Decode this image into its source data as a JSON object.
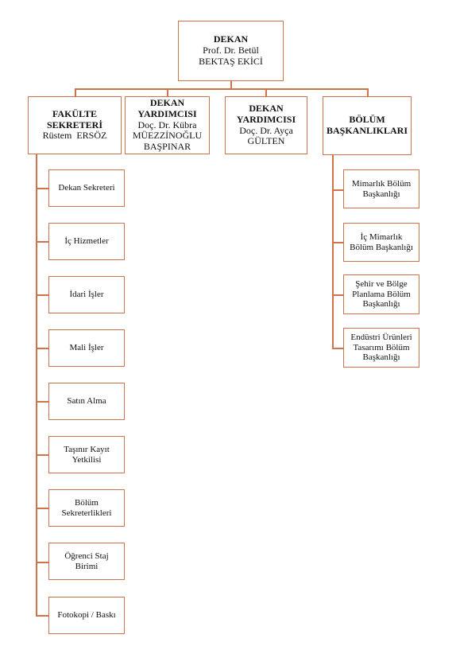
{
  "dean": {
    "title": "DEKAN",
    "name_line1": "Prof. Dr. Betül",
    "name_line2": "BEKTAŞ EKİCİ"
  },
  "faculty_secretary": {
    "title_line1": "FAKÜLTE",
    "title_line2": "SEKRETERİ",
    "name": "Rüstem  ERSÖZ"
  },
  "vice_dean_1": {
    "title_line1": "DEKAN",
    "title_line2": "YARDIMCISI",
    "name_line1": "Doç. Dr. Kübra",
    "name_line2": "MÜEZZİNOĞLU",
    "name_line3": "BAŞPINAR"
  },
  "vice_dean_2": {
    "title_line1": "DEKAN",
    "title_line2": "YARDIMCISI",
    "name_line1": "Doç. Dr. Ayça",
    "name_line2": "GÜLTEN"
  },
  "department_heads": {
    "title_line1": "BÖLÜM",
    "title_line2": "BAŞKANLIKLARI"
  },
  "secretary_units": [
    {
      "line1": "Dekan Sekreteri",
      "line2": ""
    },
    {
      "line1": "İç Hizmetler",
      "line2": ""
    },
    {
      "line1": "İdari İşler",
      "line2": ""
    },
    {
      "line1": "Mali İşler",
      "line2": ""
    },
    {
      "line1": "Satın Alma",
      "line2": ""
    },
    {
      "line1": "Taşınır Kayıt",
      "line2": "Yetkilisi"
    },
    {
      "line1": "Bölüm",
      "line2": "Sekreterlikleri"
    },
    {
      "line1": "Öğrenci Staj",
      "line2": "Birimi"
    },
    {
      "line1": "Fotokopi / Baskı",
      "line2": ""
    }
  ],
  "departments": [
    {
      "line1": "Mimarlık Bölüm",
      "line2": "Başkanlığı",
      "line3": ""
    },
    {
      "line1": "İç Mimarlık",
      "line2": "Bölüm Başkanlığı",
      "line3": ""
    },
    {
      "line1": "Şehir ve Bölge",
      "line2": "Planlama Bölüm",
      "line3": "Başkanlığı"
    },
    {
      "line1": "Endüstri Ürünleri",
      "line2": "Tasarımı Bölüm",
      "line3": "Başkanlığı"
    }
  ]
}
